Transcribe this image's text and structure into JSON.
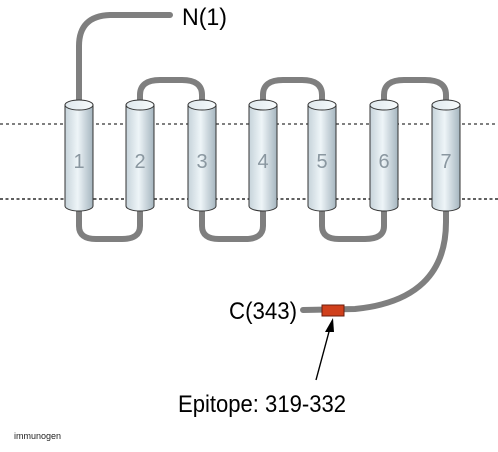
{
  "n_terminus_label": "N(1)",
  "c_terminus_label": "C(343)",
  "epitope_label": "Epitope: 319-332",
  "footer_label": "immunogen",
  "helices": [
    "1",
    "2",
    "3",
    "4",
    "5",
    "6",
    "7"
  ],
  "colors": {
    "chain": "#7f7f7f",
    "helix_fill_light": "#eef5f8",
    "helix_fill_dark": "#aebdc6",
    "helix_stroke": "#333333",
    "epitope": "#d0401c",
    "membrane_line": "#000000"
  }
}
